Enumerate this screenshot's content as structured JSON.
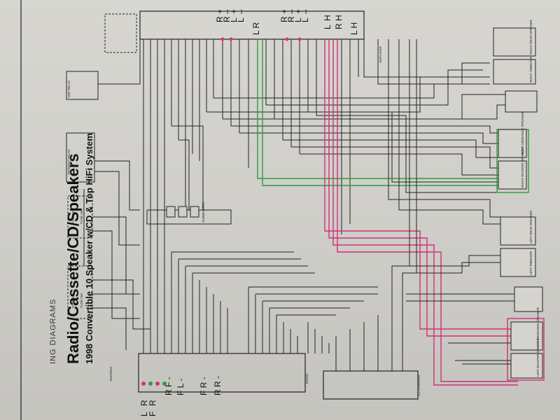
{
  "header": {
    "section": "ING DIAGRAMS",
    "title": "Radio/Cassette/CD/Speakers",
    "subtitle_line1": "1998 Convertible 10 Speaker w/CD & Top HiFi System"
  },
  "handwritten": {
    "top_group1": [
      "R",
      "R",
      "L",
      "L"
    ],
    "top_group1_signs": [
      "+",
      "–",
      "+",
      "–"
    ],
    "top_group1_pre": "L R",
    "top_group2": [
      "R",
      "R",
      "L",
      "L"
    ],
    "top_group2_signs": [
      "+",
      "–",
      "+",
      "–"
    ],
    "top_group2_side": [
      "L",
      "H",
      "R",
      "H"
    ],
    "top_group2_extra": "L H",
    "bottom_left": [
      "L",
      "R",
      "F",
      "R",
      "F",
      "F",
      "R",
      "R"
    ],
    "bottom_left_pairs": [
      "R F -",
      "F L -",
      "F R -",
      "R R -"
    ]
  },
  "components": {
    "radio": "RADIO",
    "cd_changer": "CD CHANGER",
    "amplifier": "AMPLIFIER",
    "subwoofer": "SUBWOOFER",
    "antenna": "ANTENNA",
    "fuse_labels": [
      "FUSE 15A",
      "FUSE 10A",
      "FUSE 15A",
      "FUSE 10A"
    ],
    "relay_labels": [
      "AMP RELAY",
      "ANTENNA RELAY"
    ],
    "speakers_right": [
      "RIGHT REAR SPEAKER",
      "RIGHT TWEETER",
      "RIGHT MIDRANGE SPEAKER",
      "RIGHT WOOFER SPEAKER",
      "LEFT REAR SPEAKER",
      "LEFT TWEETER",
      "LEFT MIDRANGE SPEAKER",
      "LEFT WOOFER SPEAKER"
    ]
  }
}
